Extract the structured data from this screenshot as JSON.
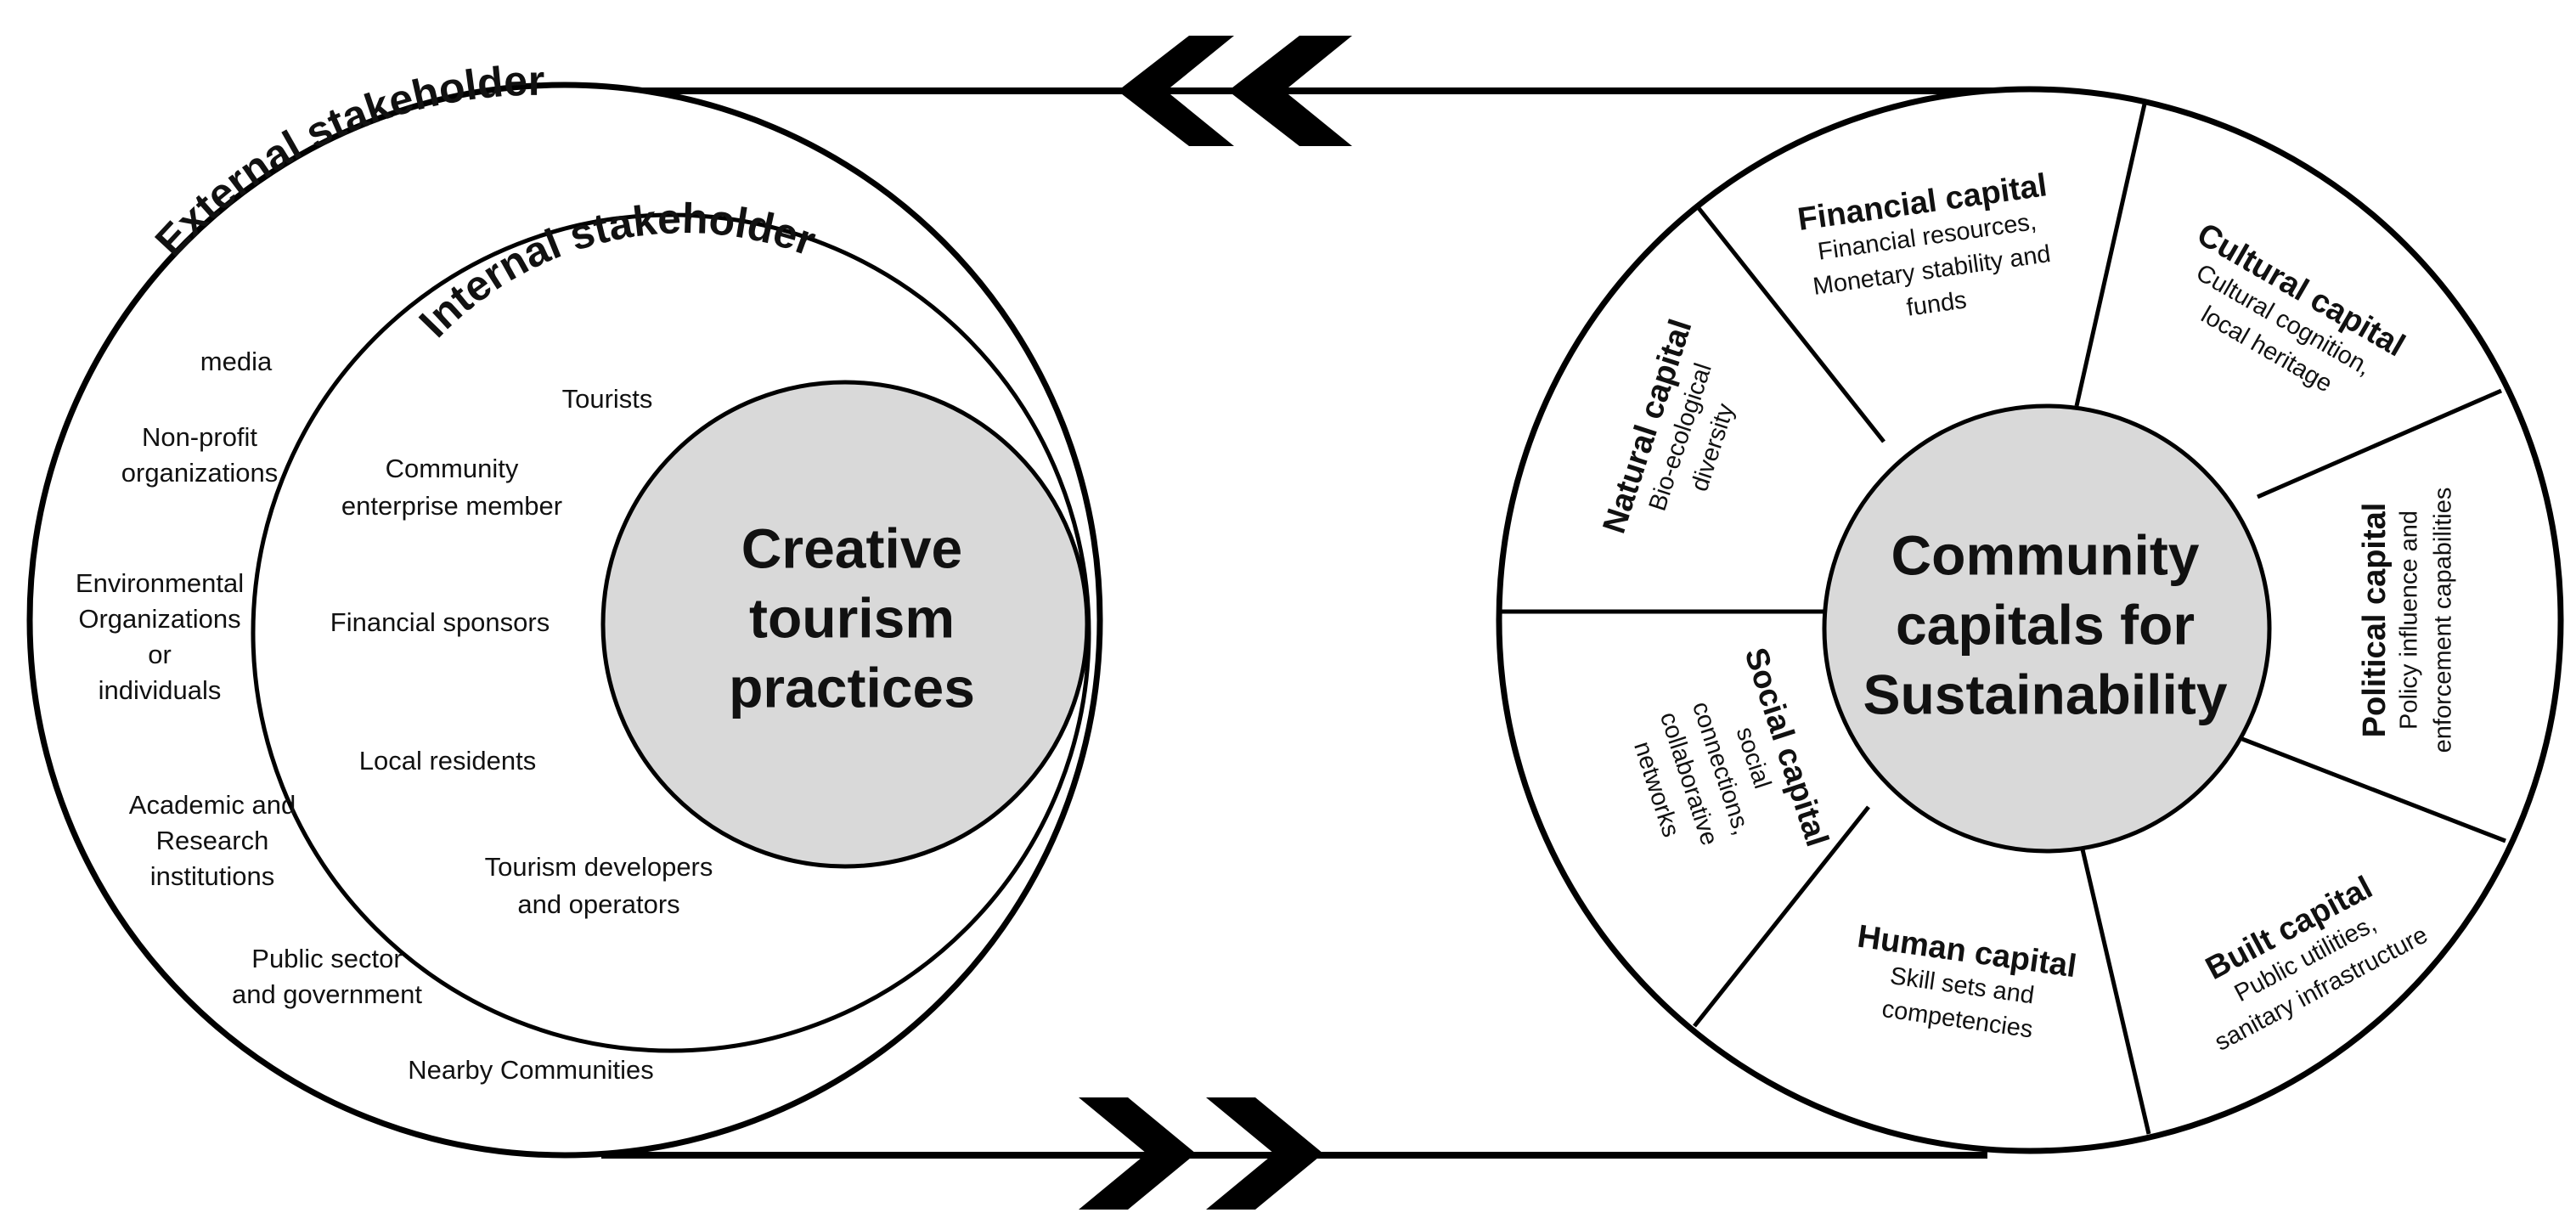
{
  "left": {
    "outer_label": "External stakeholder",
    "inner_label": "Internal stakeholder",
    "center": [
      "Creative",
      "tourism",
      "practices"
    ],
    "external_items": [
      [
        "media"
      ],
      [
        "Non-profit",
        "organizations"
      ],
      [
        "Environmental",
        "Organizations",
        "or",
        "individuals"
      ],
      [
        "Academic and",
        "Research",
        "institutions"
      ],
      [
        "Public sector",
        "and government"
      ],
      [
        "Nearby Communities"
      ]
    ],
    "internal_items": [
      [
        "Tourists"
      ],
      [
        "Community",
        "enterprise member"
      ],
      [
        "Financial sponsors"
      ],
      [
        "Local residents"
      ],
      [
        "Tourism developers",
        "and operators"
      ]
    ]
  },
  "right": {
    "center": [
      "Community",
      "capitals for",
      "Sustainability"
    ],
    "capitals": [
      {
        "title": "Financial capital",
        "desc": [
          "Financial resources,",
          "Monetary stability and",
          "funds"
        ]
      },
      {
        "title": "Cultural capital",
        "desc": [
          "Cultural cognition,",
          "local heritage"
        ]
      },
      {
        "title": "Political capital",
        "desc": [
          "Policy influence and",
          "enforcement capabilities"
        ]
      },
      {
        "title": "Built capital",
        "desc": [
          "Public utilities,",
          "sanitary infrastructure"
        ]
      },
      {
        "title": "Human capital",
        "desc": [
          "Skill sets and",
          "competencies"
        ]
      },
      {
        "title": "Social capital",
        "desc": [
          "social",
          "connections,",
          "collaborative",
          "networks"
        ]
      },
      {
        "title": "Natural capital",
        "desc": [
          "Bio-ecological",
          "diversity"
        ]
      }
    ]
  },
  "arrows": {
    "top": {
      "direction": "left",
      "count": 2
    },
    "bottom": {
      "direction": "right",
      "count": 2
    }
  },
  "colors": {
    "center_fill": "#d9d9d9",
    "stroke": "#000000"
  }
}
